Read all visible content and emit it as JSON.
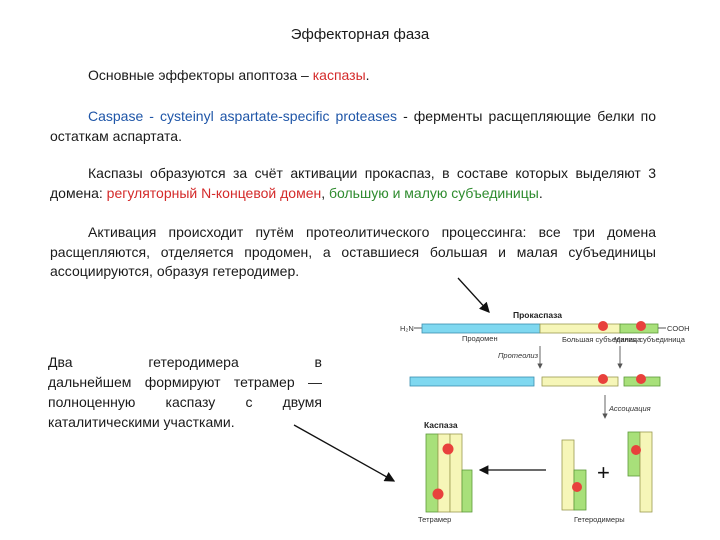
{
  "title": "Эффекторная фаза",
  "p1": {
    "text": "Основные эффекторы апоптоза – ",
    "highlight": "каспазы",
    "end": "."
  },
  "p2": {
    "text": "Caspase - cysteinyl aspartate-specific proteases",
    "rest": " - ферменты расщепляющие белки по остаткам аспартата."
  },
  "p3": {
    "text": "Каспазы образуются за счёт активации прокаспаз, в составе которых выделяют 3 домена: ",
    "domain_red": "регуляторный N-концевой домен",
    "sep": ", ",
    "domain_green": "большую и малую субъединицы",
    "end": "."
  },
  "p4": "Активация происходит путём протеолитического процессинга: все три домена расщепляются, отделяется продомен, а оставшиеся большая и малая субъединицы ассоциируются, образуя гетеродимер.",
  "side_text": {
    "line1": "Два гетеродимера в",
    "rest": "дальнейшем формируют тетрамер — полноценную каспазу с двумя каталитическими участками."
  },
  "diagram": {
    "procaspase_label": "Прокаспаза",
    "nh2_label": "H₂N",
    "cooh_label": "COOH",
    "prodomain_label": "Продомен",
    "large_label": "Большая субъединица",
    "small_label": "Малая субъединица",
    "proteolysis_label": "Протеолиз",
    "association_label": "Ассоциация",
    "caspase_label": "Каспаза",
    "tetramer_label": "Тетрамер",
    "heterodimers_label": "Гетеродимеры",
    "plus": "+"
  },
  "colors": {
    "prodomain": "#7fd8f0",
    "large_subunit": "#f6f6b8",
    "small_subunit": "#a8e07a",
    "active_site": "#e8413c",
    "highlight_red": "#d42a2a",
    "highlight_blue": "#1f56a8",
    "highlight_green": "#2e8b2e"
  }
}
